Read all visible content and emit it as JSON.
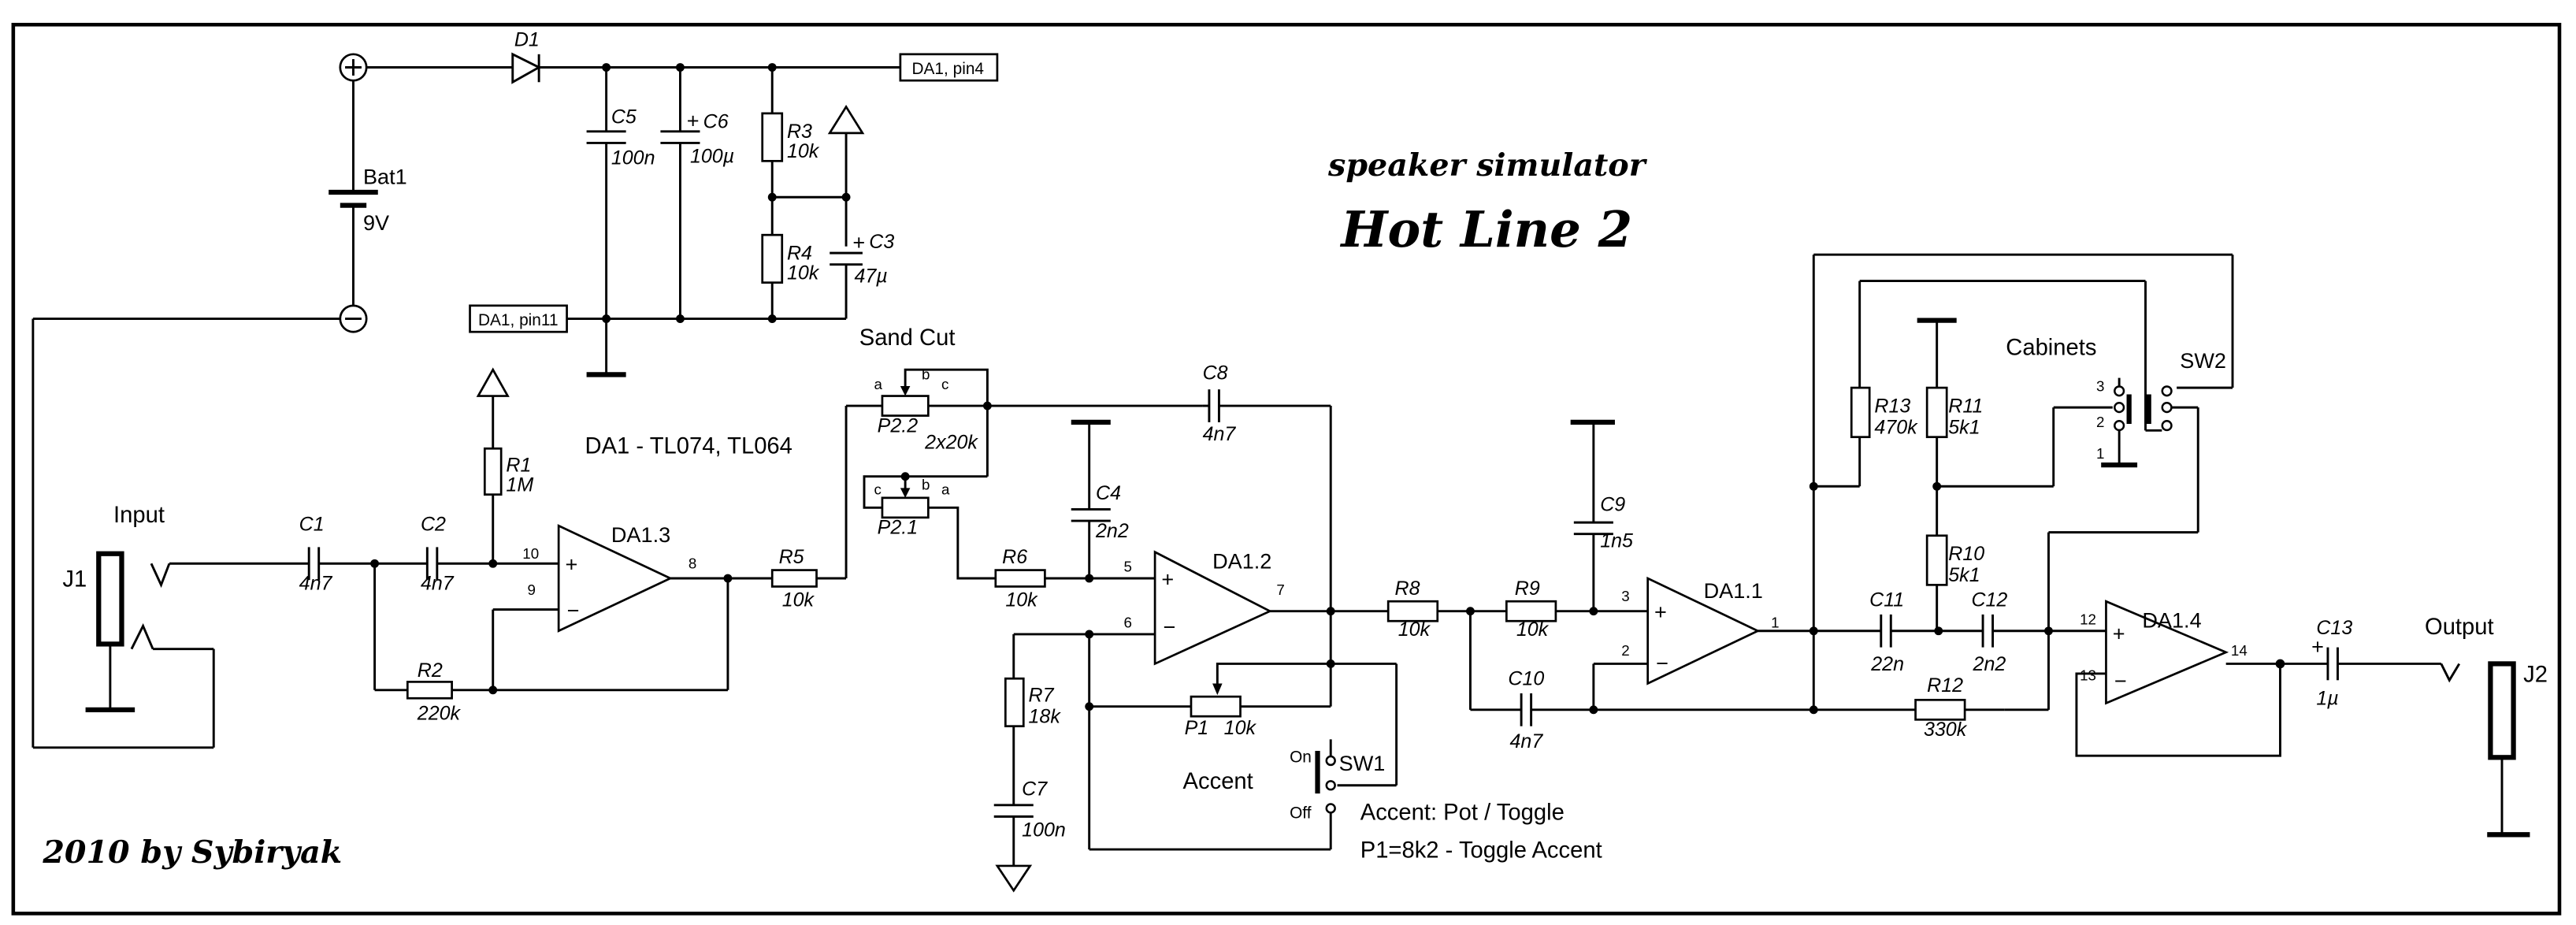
{
  "title": {
    "line1": "speaker simulator",
    "line2": "Hot Line 2"
  },
  "signature": "2010 by Sybiryak",
  "note_ic": "DA1 - TL074, TL064",
  "note_accent": [
    "Accent: Pot / Toggle",
    "P1=8k2 - Toggle Accent"
  ],
  "labels": {
    "input": "Input",
    "output": "Output",
    "sand_cut": "Sand Cut",
    "accent": "Accent",
    "cabinets": "Cabinets",
    "pin4": "DA1, pin4",
    "pin11": "DA1, pin11",
    "on": "On",
    "off": "Off"
  },
  "connectors": {
    "j1": "J1",
    "j2": "J2"
  },
  "battery": {
    "name": "Bat1",
    "value": "9V"
  },
  "diode": {
    "name": "D1"
  },
  "opamps": {
    "da13": {
      "name": "DA1.3",
      "plus": "10",
      "minus": "9",
      "out": "8"
    },
    "da12": {
      "name": "DA1.2",
      "plus": "5",
      "minus": "6",
      "out": "7"
    },
    "da11": {
      "name": "DA1.1",
      "plus": "3",
      "minus": "2",
      "out": "1"
    },
    "da14": {
      "name": "DA1.4",
      "plus": "12",
      "minus": "13",
      "out": "14"
    }
  },
  "resistors": {
    "r1": {
      "name": "R1",
      "value": "1M"
    },
    "r2": {
      "name": "R2",
      "value": "220k"
    },
    "r3": {
      "name": "R3",
      "value": "10k"
    },
    "r4": {
      "name": "R4",
      "value": "10k"
    },
    "r5": {
      "name": "R5",
      "value": "10k"
    },
    "r6": {
      "name": "R6",
      "value": "10k"
    },
    "r7": {
      "name": "R7",
      "value": "18k"
    },
    "r8": {
      "name": "R8",
      "value": "10k"
    },
    "r9": {
      "name": "R9",
      "value": "10k"
    },
    "r10": {
      "name": "R10",
      "value": "5k1"
    },
    "r11": {
      "name": "R11",
      "value": "5k1"
    },
    "r12": {
      "name": "R12",
      "value": "330k"
    },
    "r13": {
      "name": "R13",
      "value": "470k"
    }
  },
  "capacitors": {
    "c1": {
      "name": "C1",
      "value": "4n7"
    },
    "c2": {
      "name": "C2",
      "value": "4n7"
    },
    "c3": {
      "name": "C3",
      "value": "47µ"
    },
    "c4": {
      "name": "C4",
      "value": "2n2"
    },
    "c5": {
      "name": "C5",
      "value": "100n"
    },
    "c6": {
      "name": "C6",
      "value": "100µ"
    },
    "c7": {
      "name": "C7",
      "value": "100n"
    },
    "c8": {
      "name": "C8",
      "value": "4n7"
    },
    "c9": {
      "name": "C9",
      "value": "1n5"
    },
    "c10": {
      "name": "C10",
      "value": "4n7"
    },
    "c11": {
      "name": "C11",
      "value": "22n"
    },
    "c12": {
      "name": "C12",
      "value": "2n2"
    },
    "c13": {
      "name": "C13",
      "value": "1µ"
    }
  },
  "pots": {
    "p22": {
      "name": "P2.2",
      "a": "a",
      "b": "b",
      "c": "c"
    },
    "p21": {
      "name": "P2.1",
      "a": "a",
      "b": "b",
      "c": "c"
    },
    "p2_value": "2x20k",
    "p1": {
      "name": "P1",
      "value": "10k"
    }
  },
  "switches": {
    "sw1": {
      "name": "SW1"
    },
    "sw2": {
      "name": "SW2",
      "pins": [
        "3",
        "2",
        "1"
      ]
    }
  },
  "polarity": {
    "plus": "+",
    "minus": "−",
    "battery_plus": "+",
    "battery_minus": "−"
  }
}
